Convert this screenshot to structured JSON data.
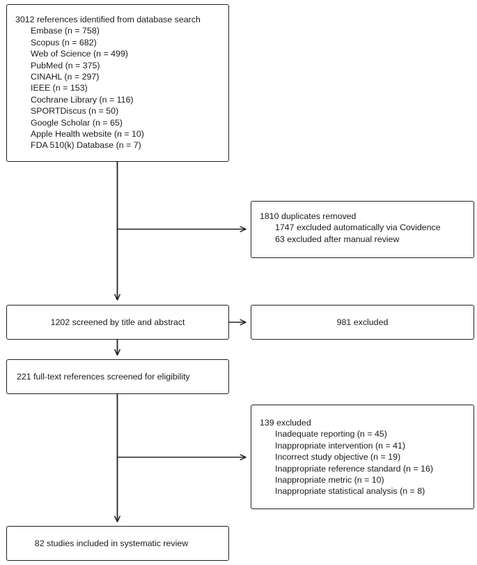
{
  "diagram": {
    "type": "prisma-flow-diagram",
    "title": "PRISMA study selection flow diagram",
    "colors": {
      "box_border": "#231f20",
      "text": "#1a1a1a",
      "background": "#ffffff",
      "connector": "#231f20"
    }
  },
  "nodes": {
    "identified": {
      "heading": "3012 references identified from database search",
      "sources": [
        "Embase (n = 758)",
        "Scopus (n = 682)",
        "Web of Science (n = 499)",
        "PubMed (n = 375)",
        "CINAHL (n = 297)",
        "IEEE (n = 153)",
        "Cochrane Library (n = 116)",
        "SPORTDiscus (n = 50)",
        "Google Scholar (n = 65)",
        "Apple Health website (n = 10)",
        "FDA 510(k) Database (n = 7)"
      ]
    },
    "duplicates": {
      "heading": "1810 duplicates removed",
      "details": [
        "1747 excluded automatically via Covidence",
        "63 excluded after manual review"
      ]
    },
    "screened": {
      "heading": "1202 screened by title and abstract"
    },
    "excluded_title_abstract": {
      "heading": "981 excluded"
    },
    "fulltext": {
      "heading": "221 full-text references screened for eligibility"
    },
    "excluded_fulltext": {
      "heading": "139 excluded",
      "reasons": [
        "Inadequate reporting (n = 45)",
        "Inappropriate intervention (n = 41)",
        "Incorrect study objective (n = 19)",
        "Inappropriate reference standard (n = 16)",
        "Inappropriate metric (n = 10)",
        "Inappropriate statistical analysis (n = 8)"
      ]
    },
    "included": {
      "heading": "82 studies included in systematic review"
    }
  },
  "chart_data": {
    "type": "diagram-flow",
    "title": "PRISMA study selection flow",
    "stages": [
      {
        "id": "identified",
        "label": "References identified from database search",
        "count": 3012
      },
      {
        "id": "duplicates_removed",
        "label": "Duplicates removed",
        "count": 1810
      },
      {
        "id": "screened",
        "label": "Screened by title and abstract",
        "count": 1202
      },
      {
        "id": "excluded_title_abstract",
        "label": "Excluded at title/abstract",
        "count": 981
      },
      {
        "id": "fulltext",
        "label": "Full-text references screened for eligibility",
        "count": 221
      },
      {
        "id": "excluded_fulltext",
        "label": "Excluded at full text",
        "count": 139
      },
      {
        "id": "included",
        "label": "Studies included in systematic review",
        "count": 82
      }
    ],
    "breakdowns": {
      "identified": [
        {
          "source": "Embase",
          "n": 758
        },
        {
          "source": "Scopus",
          "n": 682
        },
        {
          "source": "Web of Science",
          "n": 499
        },
        {
          "source": "PubMed",
          "n": 375
        },
        {
          "source": "CINAHL",
          "n": 297
        },
        {
          "source": "IEEE",
          "n": 153
        },
        {
          "source": "Cochrane Library",
          "n": 116
        },
        {
          "source": "SPORTDiscus",
          "n": 50
        },
        {
          "source": "Google Scholar",
          "n": 65
        },
        {
          "source": "Apple Health website",
          "n": 10
        },
        {
          "source": "FDA 510(k) Database",
          "n": 7
        }
      ],
      "duplicates_removed": [
        {
          "reason": "Excluded automatically via Covidence",
          "n": 1747
        },
        {
          "reason": "Excluded after manual review",
          "n": 63
        }
      ],
      "excluded_fulltext": [
        {
          "reason": "Inadequate reporting",
          "n": 45
        },
        {
          "reason": "Inappropriate intervention",
          "n": 41
        },
        {
          "reason": "Incorrect study objective",
          "n": 19
        },
        {
          "reason": "Inappropriate reference standard",
          "n": 16
        },
        {
          "reason": "Inappropriate metric",
          "n": 10
        },
        {
          "reason": "Inappropriate statistical analysis",
          "n": 8
        }
      ]
    },
    "edges": [
      {
        "from": "identified",
        "to": "screened"
      },
      {
        "from": "identified",
        "to": "duplicates_removed"
      },
      {
        "from": "screened",
        "to": "excluded_title_abstract"
      },
      {
        "from": "screened",
        "to": "fulltext"
      },
      {
        "from": "fulltext",
        "to": "excluded_fulltext"
      },
      {
        "from": "fulltext",
        "to": "included"
      }
    ]
  }
}
